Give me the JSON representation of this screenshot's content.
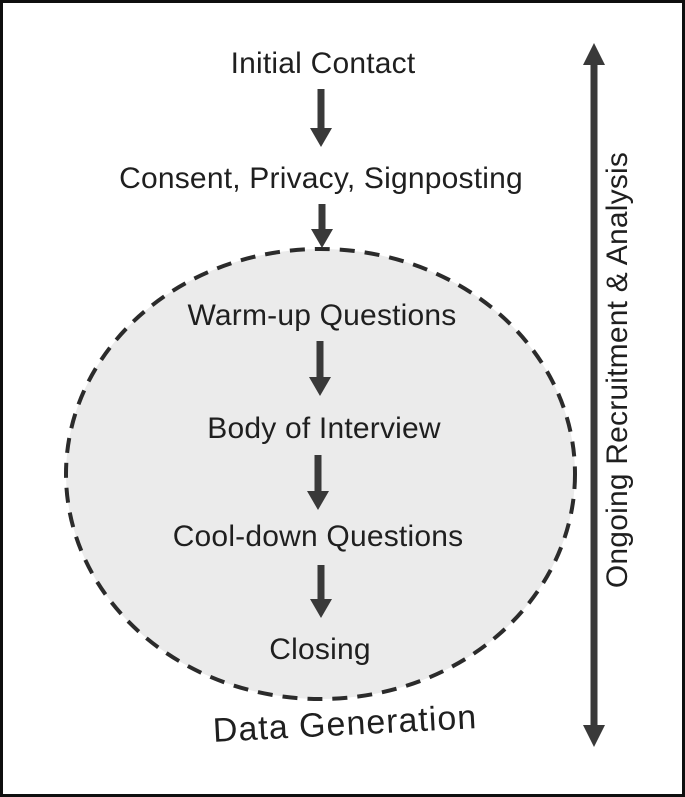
{
  "nodes": {
    "initial_contact": "Initial Contact",
    "consent_privacy_signposting": "Consent, Privacy, Signposting",
    "warm_up_questions": "Warm-up Questions",
    "body_of_interview": "Body of Interview",
    "cool_down_questions": "Cool-down Questions",
    "closing": "Closing"
  },
  "labels": {
    "ellipse_caption": "Data Generation",
    "side_arrow": "Ongoing Recruitment & Analysis"
  },
  "colors": {
    "background": "#ffffff",
    "frame_border": "#0f0f0f",
    "ellipse_fill": "#ebebeb",
    "ellipse_stroke": "#2b2b2b",
    "arrow": "#393939",
    "text": "#1f1f1f"
  }
}
